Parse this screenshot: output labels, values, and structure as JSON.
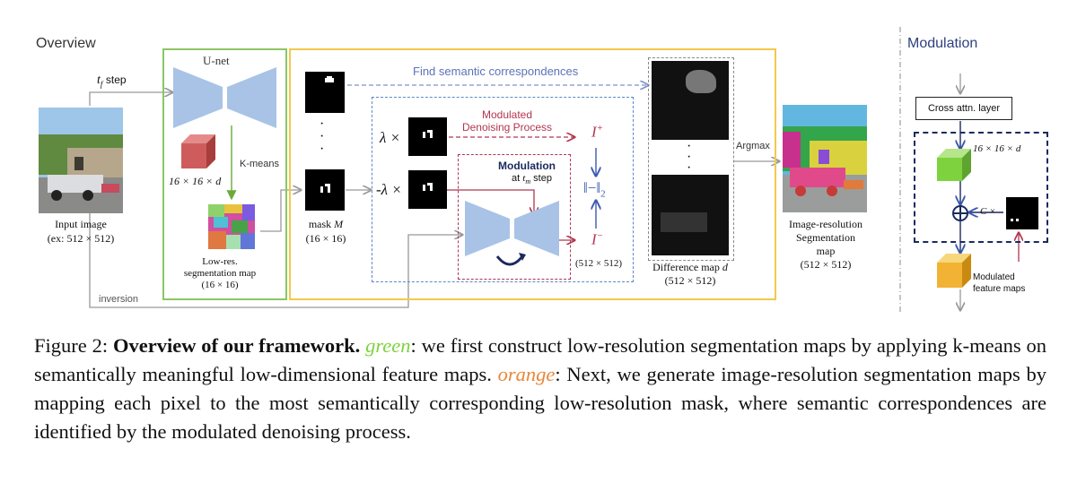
{
  "figure": {
    "overview_title": "Overview",
    "modulation_title": "Modulation",
    "tf_step": "t",
    "tf_sub": "f",
    "tf_step_word": "step",
    "unet": "U-net",
    "kmeans": "K-means",
    "feature_dim": "16 × 16 × d",
    "input_image": "Input image",
    "input_res": "(ex: 512 × 512)",
    "lowres_line1": "Low-res.",
    "lowres_line2": "segmentation map",
    "lowres_line3": "(16 × 16)",
    "inversion": "inversion",
    "find_corr": "Find semantic correspondences",
    "modulated_line1": "Modulated",
    "modulated_line2": "Denoising Process",
    "lambda_pos": "λ ×",
    "lambda_neg": "-λ ×",
    "modulation_box": "Modulation",
    "at_tm_step": "at",
    "tm": "t",
    "tm_sub": "m",
    "tm_step": "step",
    "i_plus": "I",
    "i_plus_sup": "+",
    "i_minus": "I",
    "i_minus_sup": "−",
    "norm": "‖−‖",
    "norm_sub": "2",
    "res_512": "(512 × 512)",
    "mask_label": "mask",
    "mask_M": "M",
    "mask_res": "(16 × 16)",
    "dots": "·",
    "diff_label": "Difference map",
    "diff_d": "d",
    "diff_res": "(512 × 512)",
    "argmax": "Argmax",
    "seg_line1": "Image-resolution",
    "seg_line2": "Segmentation",
    "seg_line3": "map",
    "seg_res": "(512 × 512)",
    "cross_attn": "Cross attn. layer",
    "mod_feature_dim": "16 × 16 × d",
    "c_times": "C ×",
    "modulated_feat_line1": "Modulated",
    "modulated_feat_line2": "feature maps"
  },
  "caption": {
    "prefix": "Figure 2: ",
    "bold": "Overview of our framework.",
    "green_word": "green",
    "green_text": ": we first construct low-resolution segmentation maps by applying k-means on semantically meaningful low-dimensional feature maps. ",
    "orange_word": "orange",
    "orange_text": ": Next, we generate image-resolution segmentation maps by mapping each pixel to the most semantically corresponding low-resolution mask, where semantic correspondences are identified by the modulated denoising process."
  },
  "colors": {
    "green_box": "#8cc665",
    "orange_box": "#f2c94c",
    "blue_dashed": "#5b88c9",
    "crimson": "#b23650",
    "navy": "#1b2a5e",
    "unet_blue": "#a9c3e6"
  }
}
